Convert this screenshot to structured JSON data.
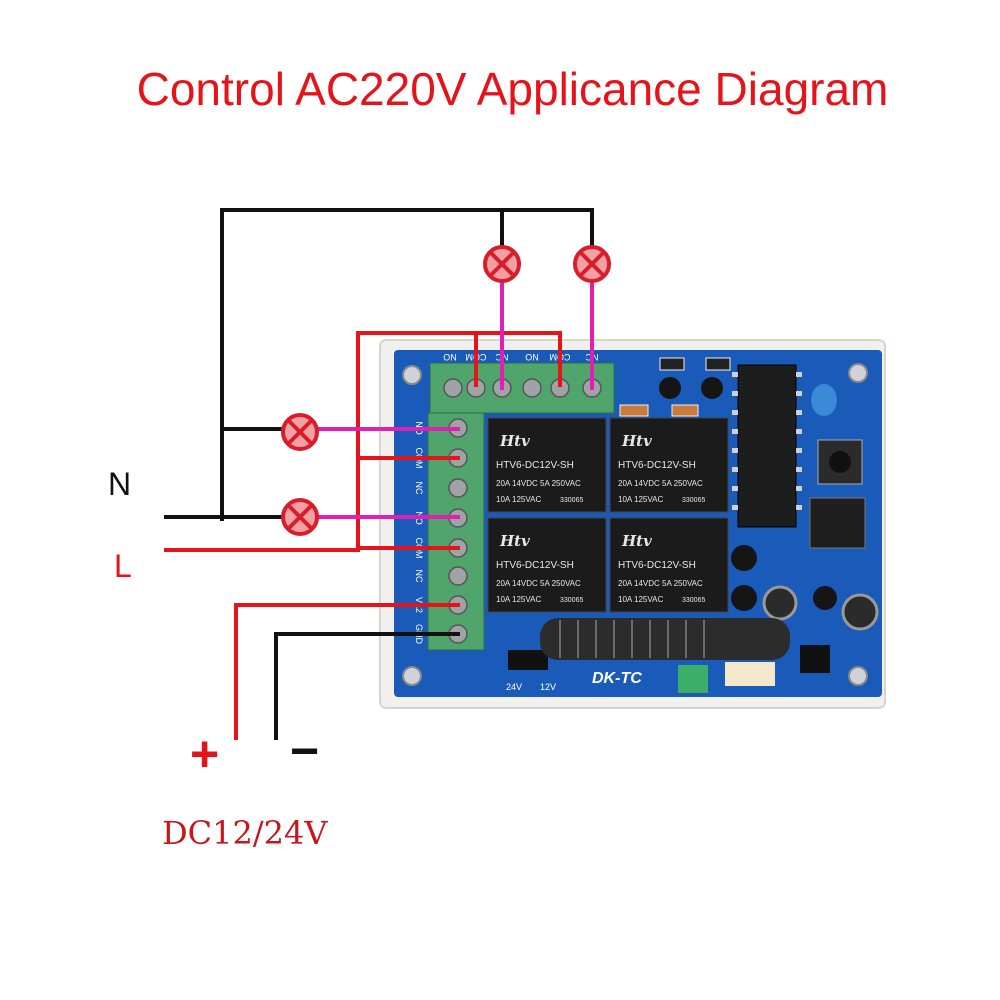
{
  "title": "Control AC220V Applicance Diagram",
  "labels": {
    "neutral": "N",
    "live": "L",
    "plus": "+",
    "minus": "−",
    "voltage": "DC12/24V"
  },
  "board": {
    "relay_brand": "Htv",
    "relay_model": "HTV6-DC12V-SH",
    "relay_rating_1": "20A 14VDC  5A 250VAC",
    "relay_rating_2": "10A 125VAC",
    "relay_code": "330065",
    "model_label": "DK-TC",
    "jumper_24": "24V",
    "jumper_12": "12V",
    "top_terminals": [
      "NO",
      "COM",
      "NC",
      "NO",
      "COM",
      "NC"
    ],
    "side_terminals": [
      "NO",
      "COM",
      "NC",
      "NO",
      "COM",
      "NC",
      "V12",
      "GND"
    ]
  },
  "colors": {
    "title": "#e5141b",
    "live_wire": "#e5141b",
    "neutral_wire": "#111111",
    "load_wire": "#e020b4",
    "board_blue": "#1a5ab8",
    "terminal_green": "#4fa56b"
  }
}
